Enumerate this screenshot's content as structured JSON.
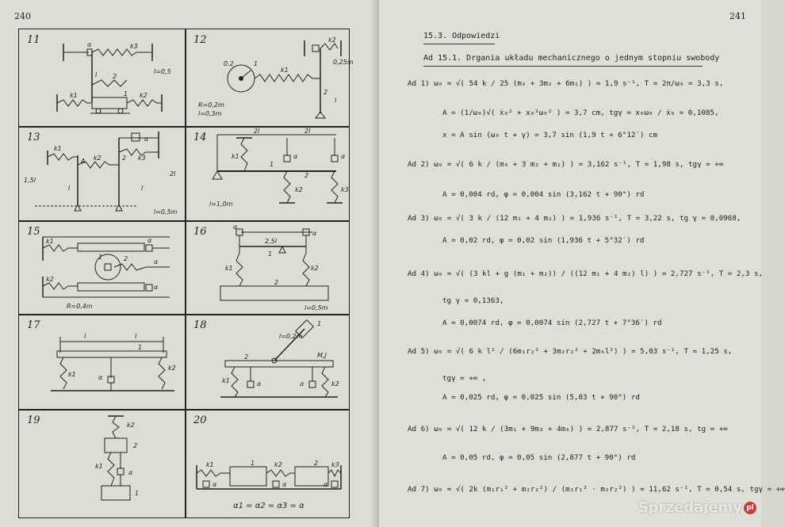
{
  "left_page": {
    "page_number": "240",
    "cells": [
      {
        "number": "11",
        "labels": [
          "α",
          "k3",
          "l",
          "2",
          "k1",
          "k2",
          "1",
          "l=0,5"
        ]
      },
      {
        "number": "12",
        "labels": [
          "k2",
          "0.2",
          "1",
          "k1",
          "2",
          "0,25m",
          "l",
          "R=0,2m",
          "l=0,3m"
        ]
      },
      {
        "number": "13",
        "labels": [
          "k1",
          "A",
          "k2",
          "2",
          "k3",
          "α",
          "2l",
          "1,5l",
          "l",
          "l",
          "l=0,5m"
        ]
      },
      {
        "number": "14",
        "labels": [
          "2l",
          "2l",
          "k1",
          "α",
          "α",
          "1",
          "2",
          "k2",
          "k3",
          "l=1,0m"
        ]
      },
      {
        "number": "15",
        "labels": [
          "k1",
          "α",
          "1",
          "2",
          "α",
          "k2",
          "α",
          "R=0,4m"
        ]
      },
      {
        "number": "16",
        "labels": [
          "α",
          "2,5l",
          "α",
          "k1",
          "1",
          "k2",
          "2",
          "l=0,5m"
        ]
      },
      {
        "number": "17",
        "labels": [
          "l",
          "l",
          "1",
          "k1",
          "α",
          "k2"
        ]
      },
      {
        "number": "18",
        "labels": [
          "l=0,2m",
          "1",
          "2",
          "M,J",
          "k1",
          "α",
          "α",
          "k2"
        ]
      },
      {
        "number": "19",
        "labels": [
          "k2",
          "2",
          "k1",
          "α",
          "1"
        ]
      },
      {
        "number": "20",
        "labels": [
          "k1",
          "1",
          "k2",
          "2",
          "k3",
          "α",
          "α",
          "α"
        ]
      }
    ],
    "cell20_equation": "α1 = α2 = α3 = α"
  },
  "right_page": {
    "page_number": "241",
    "section_title": "15.3. Odpowiedzi",
    "ad_title": "Ad 15.1. Drgania układu mechanicznego o jednym stopniu swobody",
    "lines": [
      {
        "text": "Ad 1)  ω₀ = √( 54 k / 25 (m₆ + 3m₂ + 6m₁) ) = 1,9 s⁻¹,   T = 2π/ω₀ = 3,3 s,"
      },
      {
        "text": "A = (1/ω₀)√( ẋ₀² + x₀²ω₀² ) = 3,7 cm,  tgγ = x₀ω₀ / ẋ₀ = 0,1085,"
      },
      {
        "text": "x = A sin (ω₀ t + γ) = 3,7 sin (1,9 t + 6°12′) cm"
      },
      {
        "text": "Ad 2)  ω₀ = √( 6 k / (m₆ + 3 m₂ + m₁) ) = 3,162 s⁻¹,   T = 1,98 s,   tgγ = +∞"
      },
      {
        "text": "A = 0,004 rd,   φ = 0,004 sin (3,162 t + 90°) rd"
      },
      {
        "text": "Ad 3)  ω₀ = √( 3 k / (12 m₁ + 4 m₂) ) = 1,936 s⁻¹,  T = 3,22 s,   tg γ = 0,0968,"
      },
      {
        "text": "A = 0,02 rd,   φ = 0,02 sin (1,936 t + 5°32′) rd"
      },
      {
        "text": "Ad 4)  ω₀ = √( (3 kl + g (m₁ + m₂)) / ((12 m₁ + 4 m₂) l) ) = 2,727 s⁻¹,   T = 2,3 s,"
      },
      {
        "text": "tg γ = 0,1363,"
      },
      {
        "text": "A = 0,0074 rd,  φ = 0,0074 sin (2,727 t + 7°36′) rd"
      },
      {
        "text": "Ad 5)  ω₀ = √( 6 k l² / (6m₁r₂² + 3m₂r₂² + 2m₆l²) ) = 5,03 s⁻¹,   T = 1,25 s,"
      },
      {
        "text": "tgγ = +∞ ,"
      },
      {
        "text": "A = 0,025 rd,   φ = 0,025 sin (5,03 t + 90°) rd"
      },
      {
        "text": "Ad 6)  ω₀ = √( 12 k / (3m₁ + 9m₃ + 4m₆) ) = 2,877 s⁻¹,   T = 2,18 s,    tg  = +∞"
      },
      {
        "text": "A = 0,05 rd,   φ = 0,05 sin (2,877 t + 90°) rd"
      },
      {
        "text": "Ad 7)  ω₀ = √( 2k (m₁r₁² + m₂r₂²) / (m₁r₁² · m₂r₂²) ) = 11,62 s⁻¹,     T = 0,54 s,   tgγ = +∞"
      }
    ]
  },
  "watermark": {
    "text": "Sprzedajemy",
    "badge": "pl"
  },
  "colors": {
    "paper_left": "#dedcd6",
    "paper_right": "#e0ded8",
    "ink": "#1e1e1e"
  }
}
